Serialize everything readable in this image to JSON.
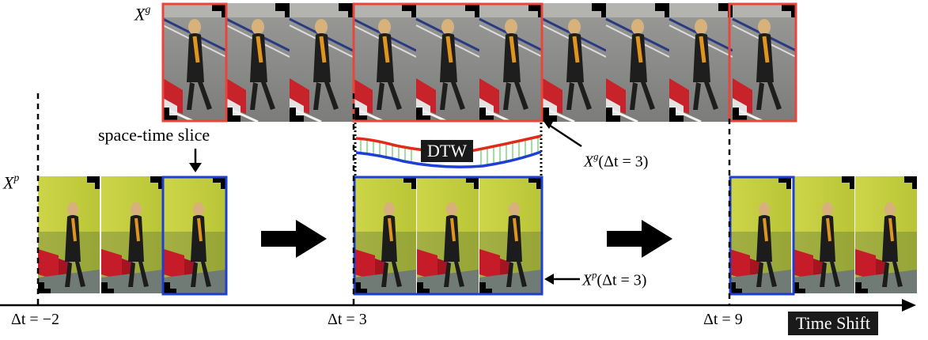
{
  "labels": {
    "gallery_symbol": "X",
    "gallery_superscript": "g",
    "probe_symbol": "X",
    "probe_superscript": "p",
    "space_time_slice": "space-time slice",
    "dtw": "DTW",
    "gallery_shift_label_symbol": "X",
    "gallery_shift_label_superscript": "g",
    "gallery_shift_label_arg": "(Δt = 3)",
    "probe_shift_label_symbol": "X",
    "probe_shift_label_superscript": "p",
    "probe_shift_label_arg": "(Δt = 3)",
    "time_shift": "Time Shift",
    "delta_minus_2": "Δt = −2",
    "delta_3": "Δt = 3",
    "delta_9": "Δt = 9"
  },
  "colors": {
    "gallery_box": "#e8453c",
    "probe_box": "#1f3fd1",
    "dtw_red_curve": "#e02a1a",
    "dtw_blue_curve": "#1d3fd6",
    "dtw_links": "#3fbf3f",
    "badge_bg": "#1a1a1a"
  },
  "icons": {
    "gallery_frames": "pedestrian-frame-gray-platform",
    "probe_frames": "pedestrian-frame-yellow-wall",
    "shift_arrow": "thick-right-arrow"
  }
}
